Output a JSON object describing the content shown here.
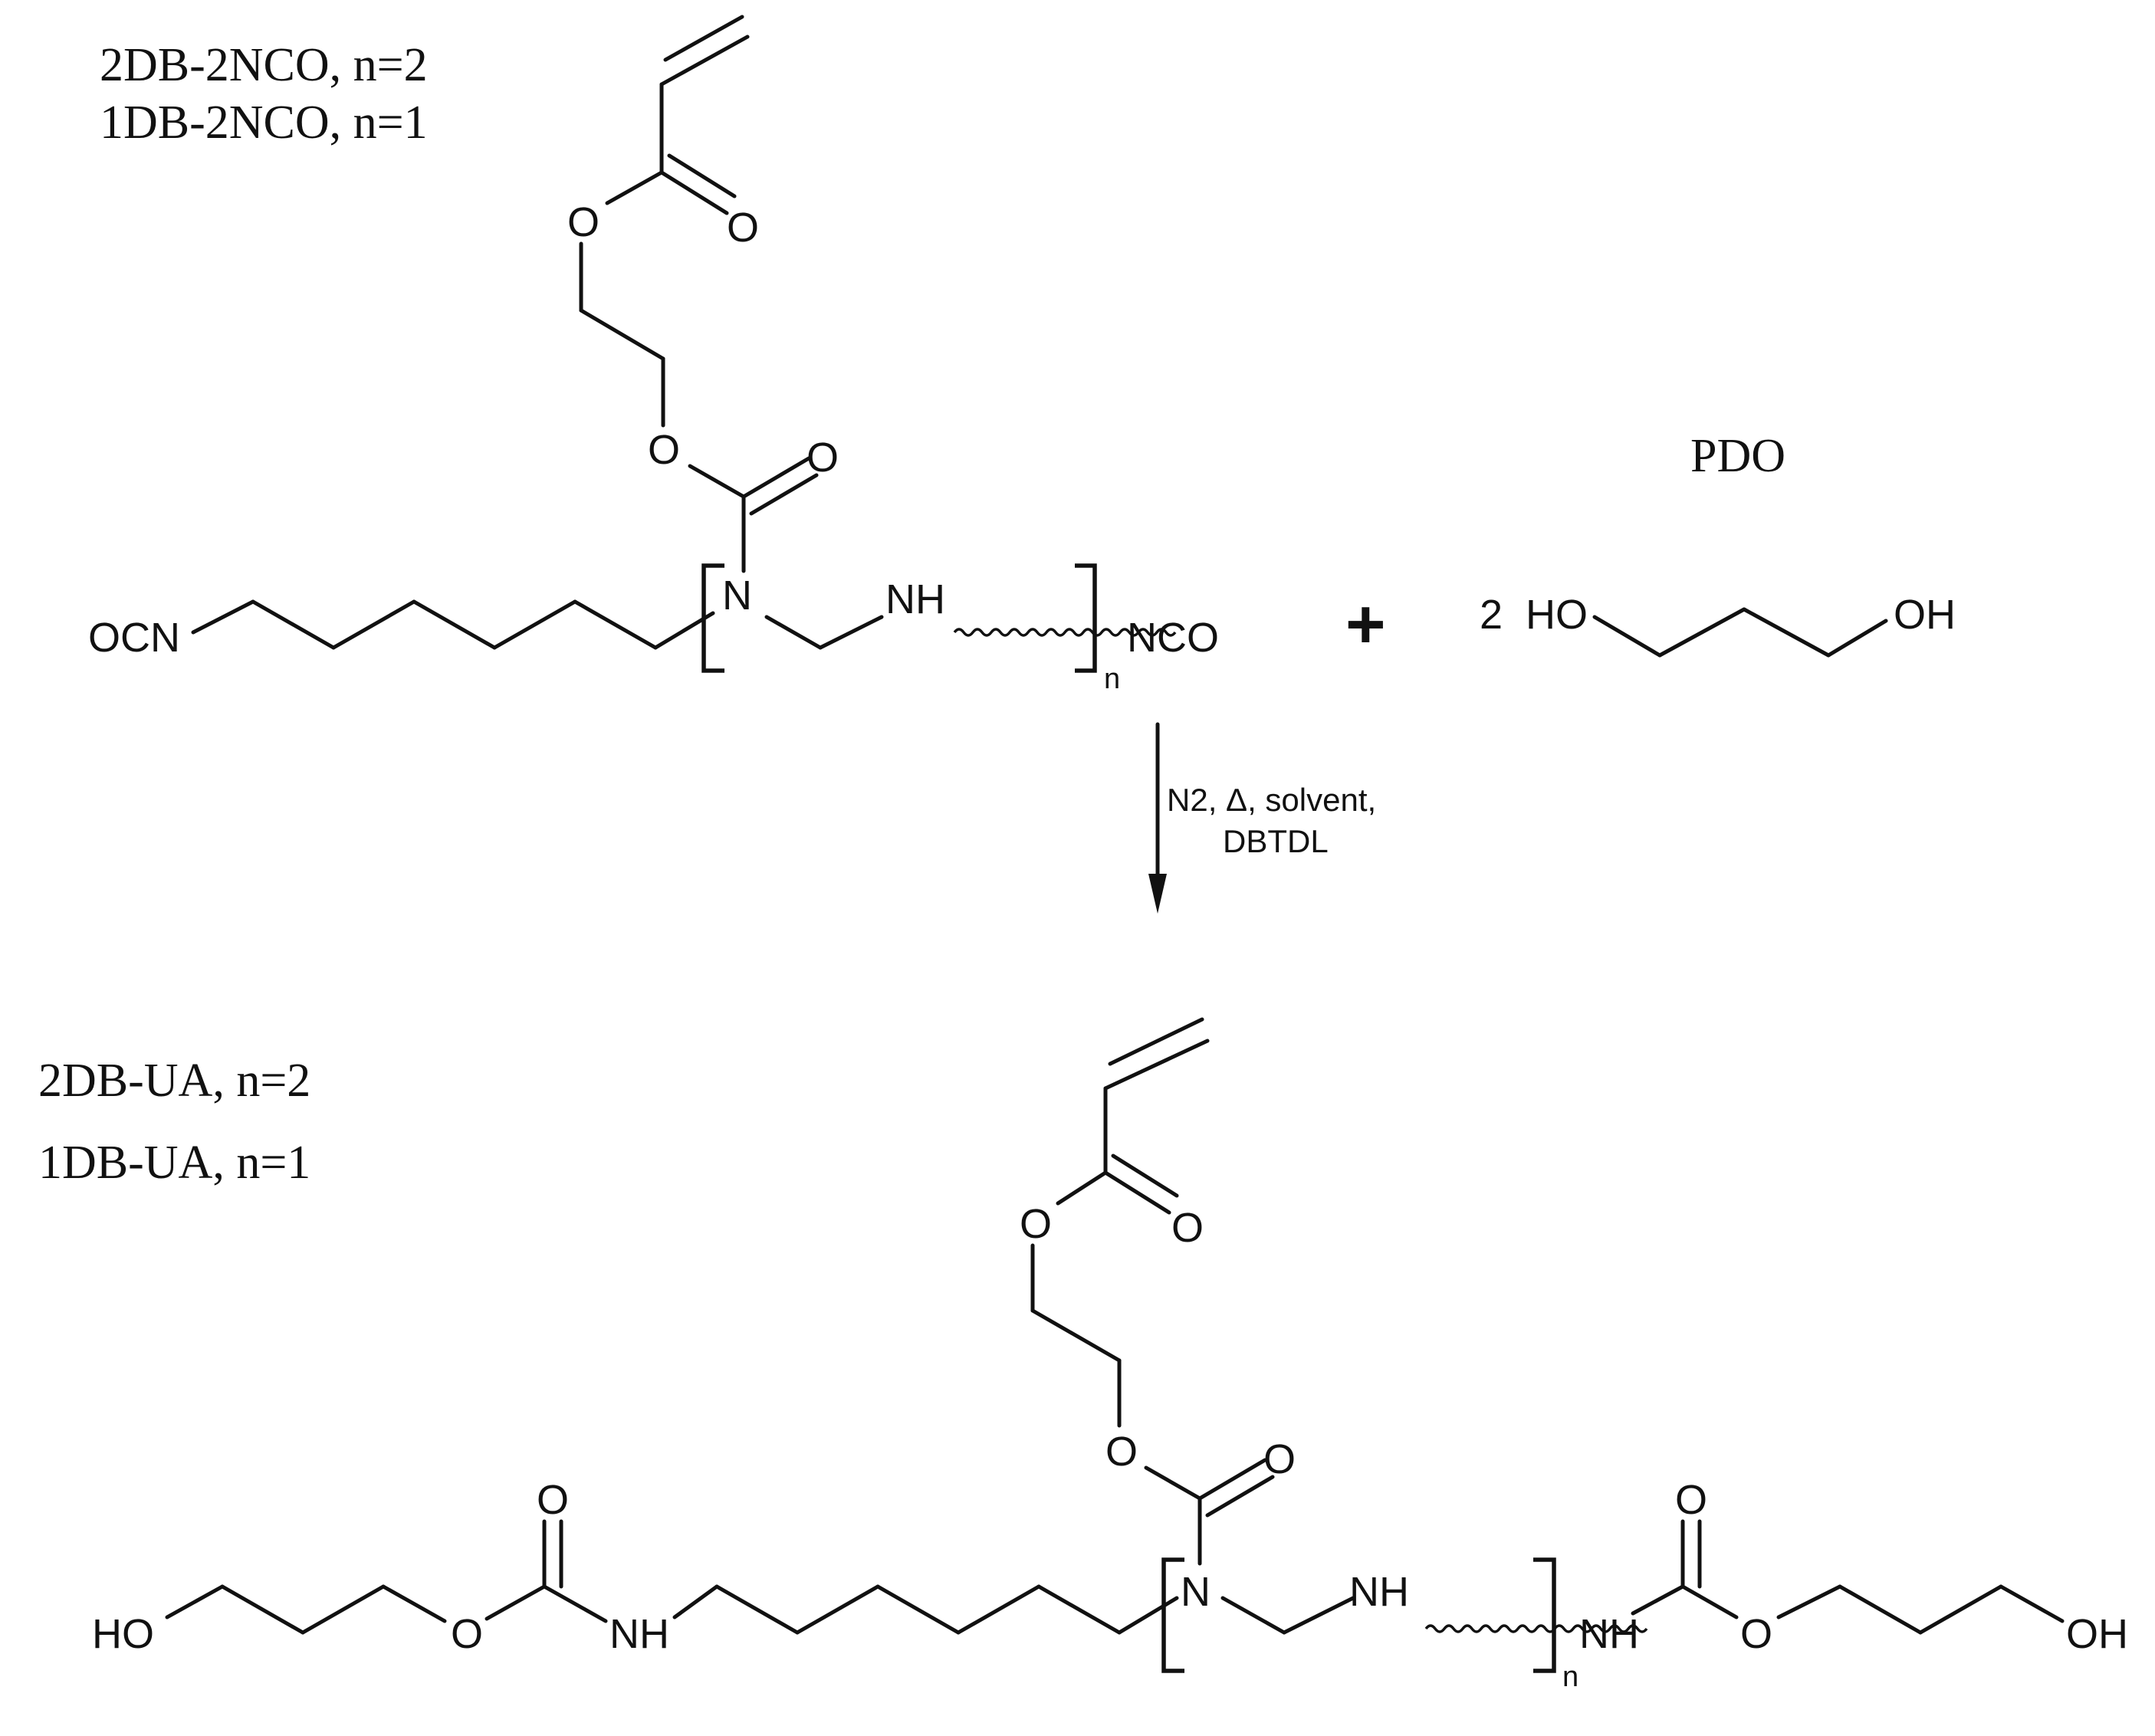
{
  "reactant_labels": [
    "2DB-2NCO, n=2",
    "1DB-2NCO, n=1"
  ],
  "product_labels": [
    "2DB-UA, n=2",
    "1DB-UA, n=1"
  ],
  "pdo_label": "PDO",
  "plus": "+",
  "stoich": "2",
  "conditions": [
    "N2, Δ, solvent,",
    "DBTDL"
  ],
  "atoms": {
    "OCN": "OCN",
    "NCO": "NCO",
    "N": "N",
    "NH": "NH",
    "O": "O",
    "HO": "HO",
    "OH": "OH",
    "n": "n"
  }
}
